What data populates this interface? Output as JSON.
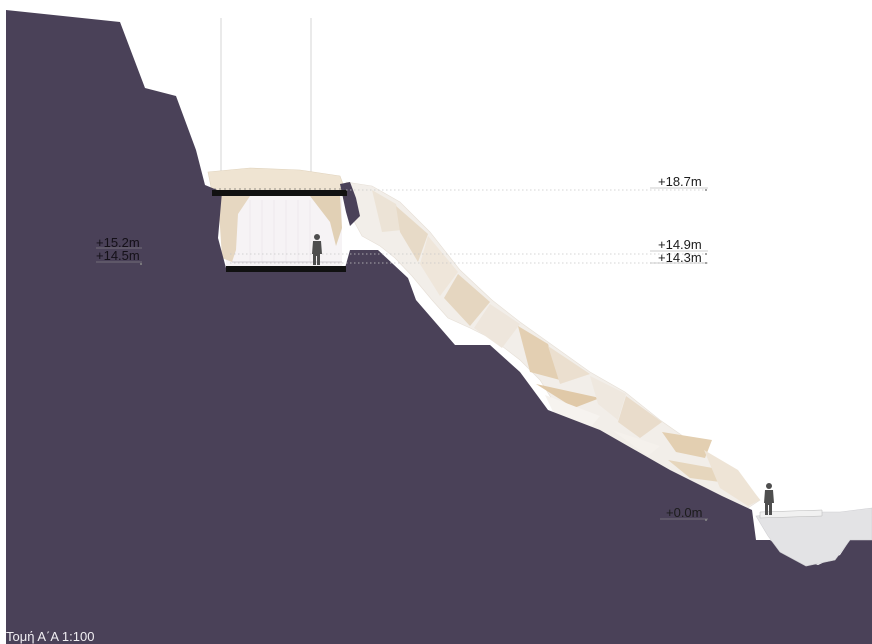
{
  "section": {
    "caption": "Τομή Α΄Α 1:100"
  },
  "levels": {
    "l18_7": "+18.7m",
    "l14_9": "+14.9m",
    "l14_3": "+14.3m",
    "l15_2": "+15.2m",
    "l14_5": "+14.5m",
    "l0_0": "+0.0m"
  },
  "colors": {
    "rock": "#4a4158",
    "slab": "#111111",
    "timber": "#e9dcc7",
    "timber_dark": "#dccbb0",
    "panel": "#f4f1f4",
    "figure": "#4e4e4e",
    "guide": "#cfcfcf"
  }
}
